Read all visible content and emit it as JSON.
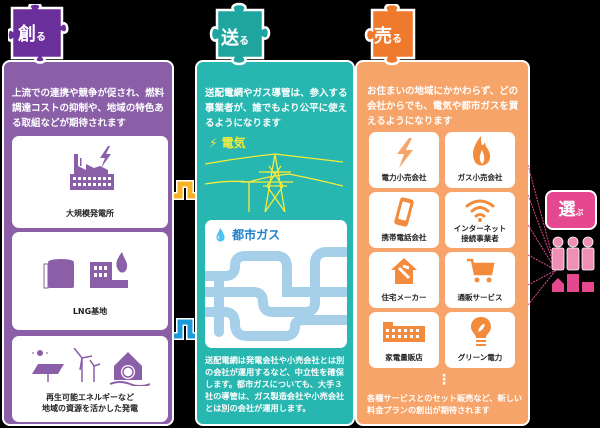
{
  "columns": {
    "create": {
      "tag": "創",
      "tag_suffix": "る",
      "color": "#8a5fa8",
      "tag_color": "#6b2f9c",
      "description": "上流での連携や競争が促され、燃料調達コストの抑制や、地域の特色ある取組などが期待されます",
      "cards": [
        {
          "label": "大規模発電所",
          "icon": "factory-power-plant-icon"
        },
        {
          "label": "LNG基地",
          "icon": "lng-tank-icon"
        },
        {
          "label_line1": "再生可能エネルギーなど",
          "label_line2": "地域の資源を活かした発電",
          "icon": "renewable-energy-icon"
        }
      ]
    },
    "deliver": {
      "tag": "送",
      "tag_suffix": "る",
      "color": "#27b6b0",
      "tag_color": "#1fa5a0",
      "description": "送配電網やガス導管は、参入する事業者が、誰でもより公平に使えるようになります",
      "electricity_label": "電気",
      "gas_label": "都市ガス",
      "note": "送配電網は発電会社や小売会社とは別の会社が運用するなど、中立性を確保します。都市ガスについても、大手３社の導管は、ガス製造会社や小売会社とは別の会社が運用します。"
    },
    "sell": {
      "tag": "売",
      "tag_suffix": "る",
      "color": "#f6a46a",
      "tag_color": "#ef7a2d",
      "description": "お住まいの地域にかかわらず、どの会社からでも、電気や都市ガスを買えるようになります",
      "cards": [
        {
          "label": "電力小売会社",
          "icon": "lightning-icon"
        },
        {
          "label": "ガス小売会社",
          "icon": "flame-icon"
        },
        {
          "label": "携帯電話会社",
          "icon": "mobile-phone-icon"
        },
        {
          "label_line1": "インターネット",
          "label_line2": "接続事業者",
          "icon": "wifi-icon"
        },
        {
          "label": "住宅メーカー",
          "icon": "house-hammer-icon"
        },
        {
          "label": "通販サービス",
          "icon": "shopping-cart-icon"
        },
        {
          "label": "家電量販店",
          "icon": "store-building-icon"
        },
        {
          "label": "グリーン電力",
          "icon": "eco-bulb-icon"
        }
      ],
      "ellipsis": "⋮",
      "note": "各種サービスとのセット販売など、新しい料金プランの創出が期待されます"
    },
    "choose": {
      "tag": "選",
      "tag_suffix": "ぶ",
      "color": "#e5488e"
    }
  }
}
